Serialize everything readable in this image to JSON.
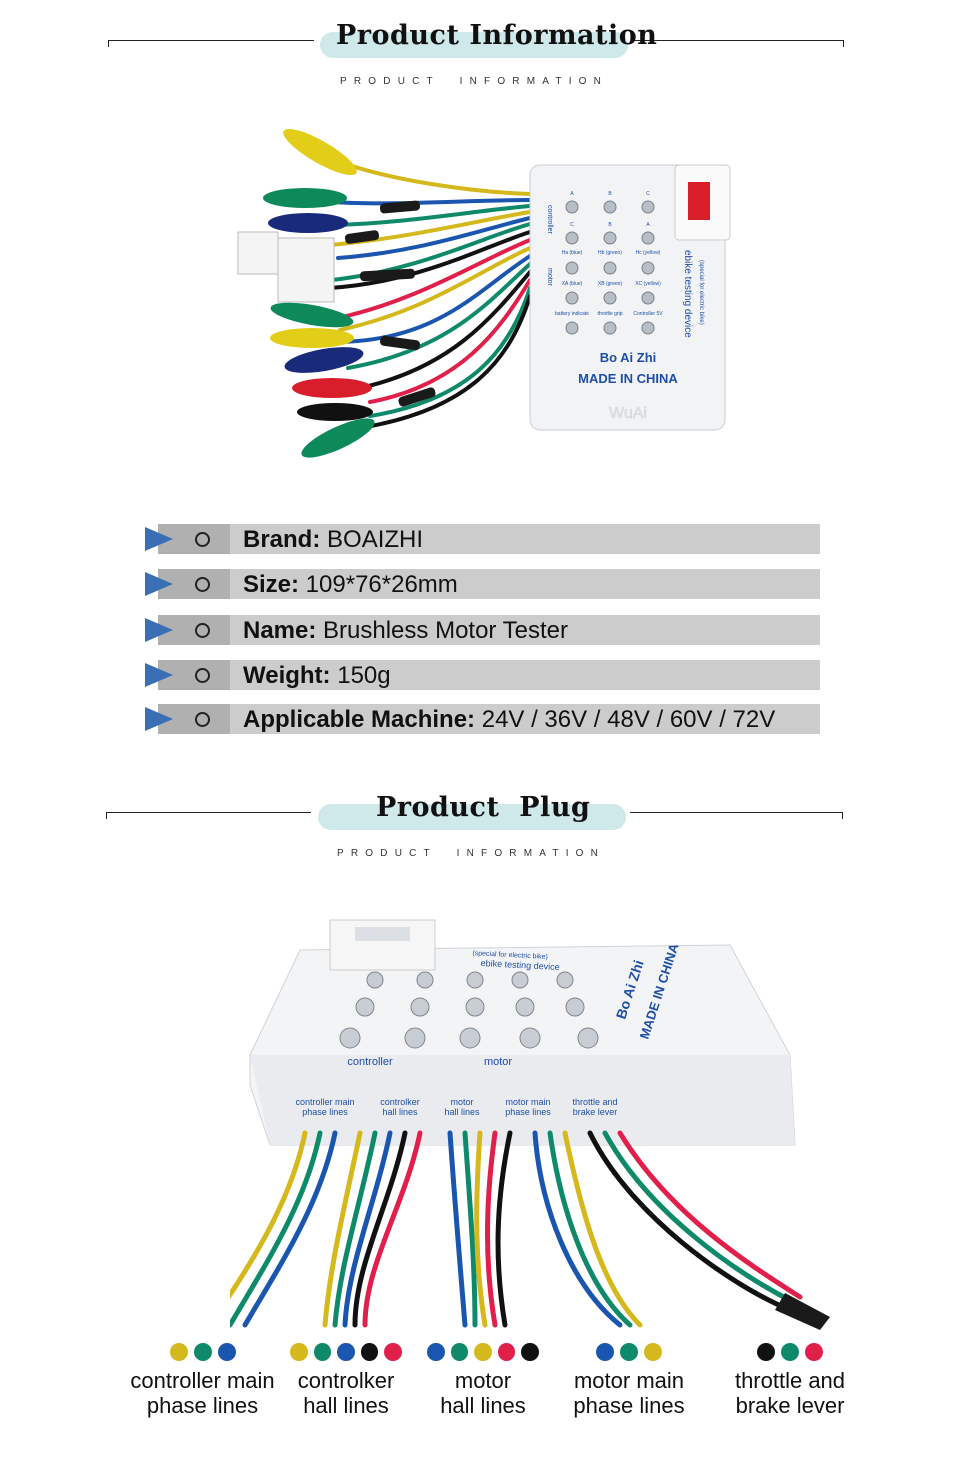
{
  "section1": {
    "title": "Product Information",
    "subtitle": "PRODUCT  INFORMATION"
  },
  "product_photo": {
    "panel_top_labels": [
      "A",
      "B",
      "C"
    ],
    "panel_row2_labels": [
      "C",
      "B",
      "A"
    ],
    "hall_labels": [
      "Ha (blue)",
      "Hb (green)",
      "Hc (yellow)"
    ],
    "phase_labels": [
      "XA (blue)",
      "XB (green)",
      "XC (yellow)"
    ],
    "misc_labels": [
      "battery indicate",
      "throttle grip",
      "Controller 5V"
    ],
    "side_controller": "controller",
    "side_motor": "motor",
    "device_text_1": "(special for electric bike)",
    "device_text_2": "ebike testing device",
    "brand_text": "Bo Ai Zhi",
    "made_in": "MADE IN CHINA",
    "embossed": "WuAi"
  },
  "specs": [
    {
      "key": "Brand:",
      "value": " BOAIZHI"
    },
    {
      "key": "Size:",
      "value": " 109*76*26mm"
    },
    {
      "key": "Name:",
      "value": " Brushless Motor Tester"
    },
    {
      "key": "Weight:",
      "value": " 150g"
    },
    {
      "key": "Applicable Machine:",
      "value": " 24V / 36V / 48V / 60V / 72V"
    }
  ],
  "section2": {
    "title": "Product  Plug",
    "subtitle": "PRODUCT  INFORMATION"
  },
  "plug_photo": {
    "top_text_1": "(special for electric bike)",
    "top_text_2": "ebike testing device",
    "brand_text": "Bo Ai Zhi",
    "made_in": "MADE IN CHINA",
    "controller_label": "controller",
    "motor_label": "motor",
    "group_labels": [
      {
        "line1": "controller main",
        "line2": "phase lines"
      },
      {
        "line1": "controlker",
        "line2": "hall lines"
      },
      {
        "line1": "motor",
        "line2": "hall lines"
      },
      {
        "line1": "motor main",
        "line2": "phase lines"
      },
      {
        "line1": "throttle and",
        "line2": "brake lever"
      }
    ]
  },
  "legend": [
    {
      "line1": "controller main",
      "line2": "phase lines",
      "dots": [
        "#d4b81c",
        "#0e8a6a",
        "#1a56b0"
      ]
    },
    {
      "line1": "controlker",
      "line2": "hall lines",
      "dots": [
        "#d4b81c",
        "#0e8a6a",
        "#1a56b0",
        "#111111",
        "#e0204a"
      ]
    },
    {
      "line1": "motor",
      "line2": "hall lines",
      "dots": [
        "#1a56b0",
        "#0e8a6a",
        "#d4b81c",
        "#e0204a",
        "#111111"
      ]
    },
    {
      "line1": "motor main",
      "line2": "phase lines",
      "dots": [
        "#1a56b0",
        "#0e8a6a",
        "#d4b81c"
      ]
    },
    {
      "line1": "throttle and",
      "line2": "brake lever",
      "dots": [
        "#111111",
        "#0e8a6a",
        "#e0204a"
      ]
    }
  ],
  "colors": {
    "accent_pill": "#cfe8ea",
    "arrow_blue": "#3a6fb6",
    "bar_gray": "#cccccc",
    "device_blue": "#1e4ea8"
  }
}
